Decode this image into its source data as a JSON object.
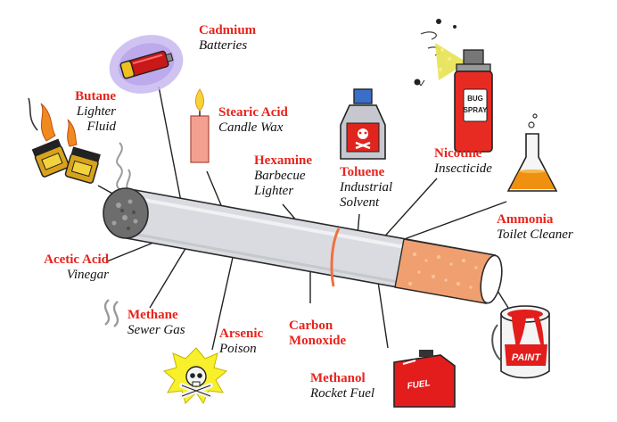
{
  "colors": {
    "chemical": "#e8231c",
    "product": "#111111",
    "line": "#222222",
    "cigarette_body": "#d9dbe0",
    "ash": "#6d6d6d",
    "filter": "#f0a070",
    "band": "#f07040"
  },
  "labels": [
    {
      "id": "cadmium",
      "chemical": "Cadmium",
      "product_lines": [
        "Batteries"
      ],
      "icon": "battery-icon"
    },
    {
      "id": "butane",
      "chemical": "Butane",
      "product_lines": [
        "Lighter",
        "Fluid"
      ],
      "icon": "lighter-icon"
    },
    {
      "id": "stearic",
      "chemical": "Stearic Acid",
      "product_lines": [
        "Candle Wax"
      ],
      "icon": "candle-icon"
    },
    {
      "id": "hexamine",
      "chemical": "Hexamine",
      "product_lines": [
        "Barbecue",
        "Lighter"
      ],
      "icon": ""
    },
    {
      "id": "toluene",
      "chemical": "Toluene",
      "product_lines": [
        "Industrial",
        "Solvent"
      ],
      "icon": "poison-bottle-icon"
    },
    {
      "id": "nicotine",
      "chemical": "Nicotine",
      "product_lines": [
        "Insecticide"
      ],
      "icon": "bug-spray-icon"
    },
    {
      "id": "ammonia",
      "chemical": "Ammonia",
      "product_lines": [
        "Toilet Cleaner"
      ],
      "icon": "flask-icon"
    },
    {
      "id": "acetic",
      "chemical": "Acetic Acid",
      "product_lines": [
        "Vinegar"
      ],
      "icon": ""
    },
    {
      "id": "methane",
      "chemical": "Methane",
      "product_lines": [
        "Sewer Gas"
      ],
      "icon": "gas-fumes-icon"
    },
    {
      "id": "arsenic",
      "chemical": "Arsenic",
      "product_lines": [
        "Poison"
      ],
      "icon": "skull-crossbones-icon"
    },
    {
      "id": "carbon",
      "chemical": "Carbon",
      "product_lines": [
        "Monoxide"
      ],
      "icon": ""
    },
    {
      "id": "methanol",
      "chemical": "Methanol",
      "product_lines": [
        "Rocket Fuel"
      ],
      "icon": "fuel-can-icon"
    },
    {
      "id": "paint",
      "chemical": "",
      "product_lines": [],
      "icon": "paint-can-icon"
    }
  ],
  "icon_text": {
    "bug_spray": [
      "BUG",
      "SPRAY"
    ],
    "fuel_can": "FUEL",
    "paint_can": "PAINT"
  }
}
